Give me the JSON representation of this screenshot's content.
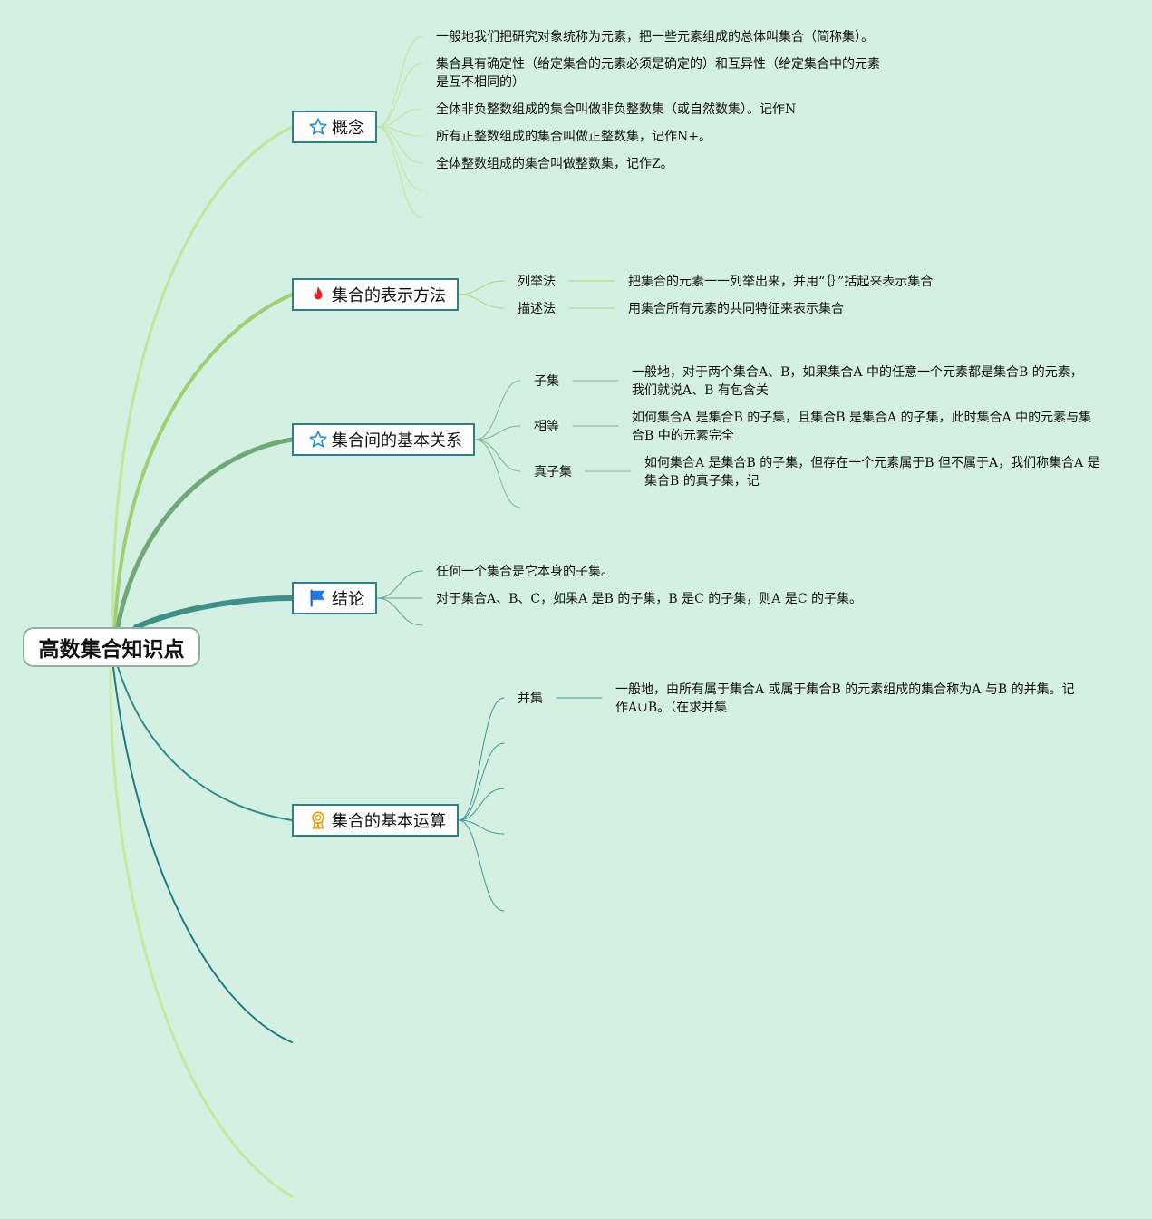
{
  "root": {
    "label": "高数集合知识点"
  },
  "colors": {
    "background": "#d3f0e2",
    "branch_1": "#c4e59c",
    "branch_2": "#9fcf72",
    "branch_3": "#6fa879",
    "branch_4": "#3d8f87",
    "branch_5": "#2f8a8a",
    "branch_6": "#1f7a86",
    "branch_7": "#c8e8a0",
    "topic_border": "#2e7f86"
  },
  "topics": [
    {
      "label": "概念",
      "icon": "star-outline-icon",
      "leaves": [
        "一般地我们把研究对象统称为元素，把一些元素组成的总体叫集合（简称集）。",
        "集合具有确定性（给定集合的元素必须是确定的）和互异性（给定集合中的元素",
        "是互不相同的）",
        "全体非负整数组成的集合叫做非负整数集（或自然数集）。记作N",
        "所有正整数组成的集合叫做正整数集，记作N+。",
        "全体整数组成的集合叫做整数集，记作Z。"
      ]
    },
    {
      "label": "集合的表示方法",
      "icon": "fire-icon",
      "subs": [
        {
          "label": "列举法",
          "desc": [
            "把集合的元素一一列举出来，并用“｛｝”括起来表示集合"
          ]
        },
        {
          "label": "描述法",
          "desc": [
            "用集合所有元素的共同特征来表示集合"
          ]
        }
      ]
    },
    {
      "label": "集合间的基本关系",
      "icon": "star-outline-icon",
      "subs": [
        {
          "label": "子集",
          "desc": [
            "一般地，对于两个集合A、B，如果集合A 中的任意一个元素都是集合B 的元素，",
            "我们就说A、B 有包含关"
          ]
        },
        {
          "label": "相等",
          "desc": [
            "如何集合A 是集合B 的子集，且集合B 是集合A 的子集，此时集合A 中的元素与集",
            "合B 中的元素完全"
          ]
        },
        {
          "label": "真子集",
          "desc": [
            "如何集合A 是集合B 的子集，但存在一个元素属于B 但不属于A，我们称集合A 是",
            "集合B 的真子集，记"
          ]
        }
      ]
    },
    {
      "label": "结论",
      "icon": "flag-icon",
      "leaves": [
        "任何一个集合是它本身的子集。",
        "对于集合A、B、C，如果A 是B 的子集，B 是C 的子集，则A 是C 的子集。"
      ]
    },
    {
      "label": "集合的基本运算",
      "icon": "award-ribbon-icon",
      "subs": [
        {
          "label": "并集",
          "desc": [
            "一般地，由所有属于集合A 或属于集合B 的元素组成的集合称为A 与B 的并集。记",
            "作A∪B。（在求并集"
          ]
        }
      ]
    }
  ]
}
